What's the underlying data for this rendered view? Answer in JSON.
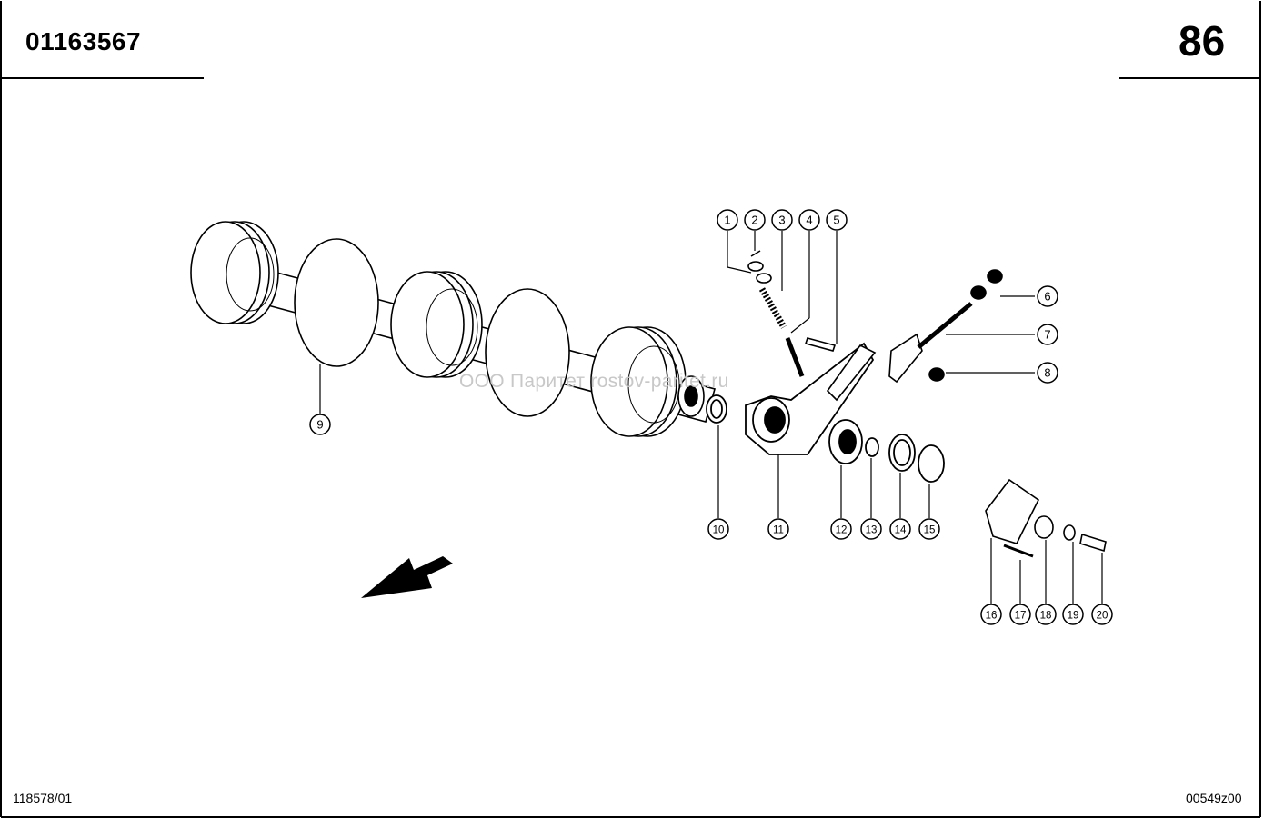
{
  "header": {
    "doc_number": "01163567",
    "page_number": "86"
  },
  "footer": {
    "left_code": "118578/01",
    "right_code": "00549z00"
  },
  "watermark": "ООО Паритет  rostov-paritet.ru",
  "callouts": [
    "1",
    "2",
    "3",
    "4",
    "5",
    "6",
    "7",
    "8",
    "9",
    "10",
    "11",
    "12",
    "13",
    "14",
    "15",
    "16",
    "17",
    "18",
    "19",
    "20"
  ],
  "colors": {
    "ink": "#000000",
    "paper": "#ffffff",
    "watermark": "#c8c8c8"
  }
}
